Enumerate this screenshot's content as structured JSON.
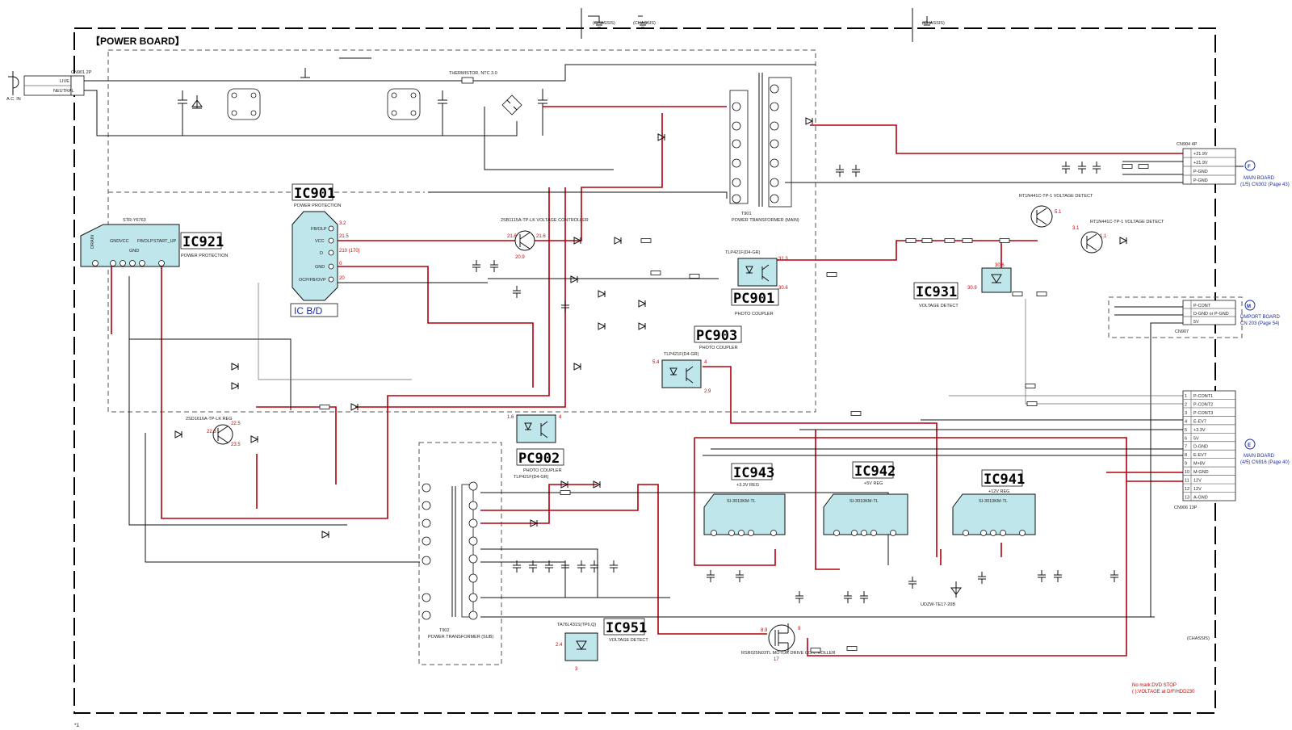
{
  "title": "【POWER BOARD】",
  "footnote": "*1",
  "ac_in": "A.C. IN",
  "ic_blocks": [
    {
      "id": "IC901",
      "desc": "POWER PROTECTION",
      "part": ""
    },
    {
      "id": "IC921",
      "desc": "POWER PROTECTION",
      "part": "STR-Y6763"
    },
    {
      "id": "IC931",
      "desc": "VOLTAGE DETECT",
      "part": ""
    },
    {
      "id": "IC941",
      "desc": "+12V REG",
      "part": "SI-3010KM-TL"
    },
    {
      "id": "IC942",
      "desc": "+5V REG",
      "part": "SI-3010KM-TL"
    },
    {
      "id": "IC943",
      "desc": "+3.3V REG",
      "part": "SI-3010KM-TL"
    },
    {
      "id": "IC951",
      "desc": "VOLTAGE DETECT",
      "part": "TA76L431S(TP6,Q)"
    }
  ],
  "photo_couplers": [
    {
      "id": "PC901",
      "desc": "PHOTO COUPLER",
      "part": "TLP421F(D4-GR)"
    },
    {
      "id": "PC902",
      "desc": "PHOTO COUPLER",
      "part": "TLP421F(D4-GR)"
    },
    {
      "id": "PC903",
      "desc": "PHOTO COUPLER",
      "part": "TLP421F(D4-GR)"
    }
  ],
  "ic_bd_label": "IC B/D",
  "ic921_pins": [
    "DRAIN",
    "GND",
    "VCC",
    "GND",
    "FB/OLP",
    "START_UP"
  ],
  "ic901_pins": [
    "FB/OLP",
    "VCC",
    "D",
    "GND",
    "OCP/FB/OVP"
  ],
  "transformers": [
    {
      "id": "T901",
      "desc": "POWER TRANSFORMER (MAIN)"
    },
    {
      "id": "T902",
      "desc": "POWER TRANSFORMER (SUB)"
    }
  ],
  "labels": {
    "thermistor": "THERMISTOR, NTC 3.0",
    "q901": "2SB1115A-TP-LK VOLTAGE CONTROLLER",
    "q945": "RSR025N03TL MOTOR DRIVE CONTROLLER",
    "q943": "RT1N441C-TP-1 VOLTAGE DETECT",
    "q947": "RT1N441C-TP-1 VOLTAGE DETECT",
    "q921": "2SD1616A-TP-LK REG",
    "d945": "UDZW-TE17-20B",
    "chassis": "(CHASSIS)",
    "note1": "No mark:DVD STOP",
    "note2": "( ):VOLTAGE at D/F/HDD230"
  },
  "connectors": {
    "cn_ac": {
      "id": "CN901 2P",
      "pins": [
        "LIVE",
        "NEUTRAL"
      ]
    },
    "cn_f": {
      "id": "CN904 4P",
      "board": "F",
      "board_name": "MAIN BOARD",
      "page": "(1/5) CN302 (Page 43)",
      "pins": [
        "+21.9V",
        "+21.9V",
        "P-GND",
        "P-GND"
      ]
    },
    "cn_m": {
      "id": "CN907",
      "board": "M",
      "board_name": "DMPORT BOARD",
      "page": "CN 203 (Page 54)",
      "pins": [
        "P-CONT",
        "D-GND or P-GND",
        "5V"
      ]
    },
    "cn_e": {
      "id": "CN906 13P",
      "board": "E",
      "board_name": "MAIN BOARD",
      "page": "(4/5) CN916 (Page 40)",
      "pins": [
        "P-CONT1",
        "P-CONT2",
        "P-CONT3",
        "E-EV7",
        "+3.3V",
        "5V",
        "D-GND",
        "E-EV7",
        "M+8V",
        "M-GND",
        "12V",
        "12V",
        "A-GND"
      ]
    }
  },
  "voltages": {
    "ic901": [
      "3.2",
      "21.5",
      "210 (170)",
      "0",
      "20"
    ],
    "q901": [
      "21.8",
      "21.6",
      "20.9"
    ],
    "pc901": [
      "31.3",
      "30.6"
    ],
    "ic931": [
      "30.6",
      "30.9"
    ],
    "q943": [
      "5.1"
    ],
    "q947": [
      "3.1",
      "1.1"
    ],
    "pc903": [
      "5.4",
      "4",
      "2.9"
    ],
    "pc902": [
      "1.6",
      "4"
    ],
    "q921": [
      "22.5",
      "22.3",
      "23.5"
    ],
    "q945": [
      "8.9",
      "9",
      "17"
    ],
    "ic951": [
      "2.4",
      "3"
    ]
  }
}
